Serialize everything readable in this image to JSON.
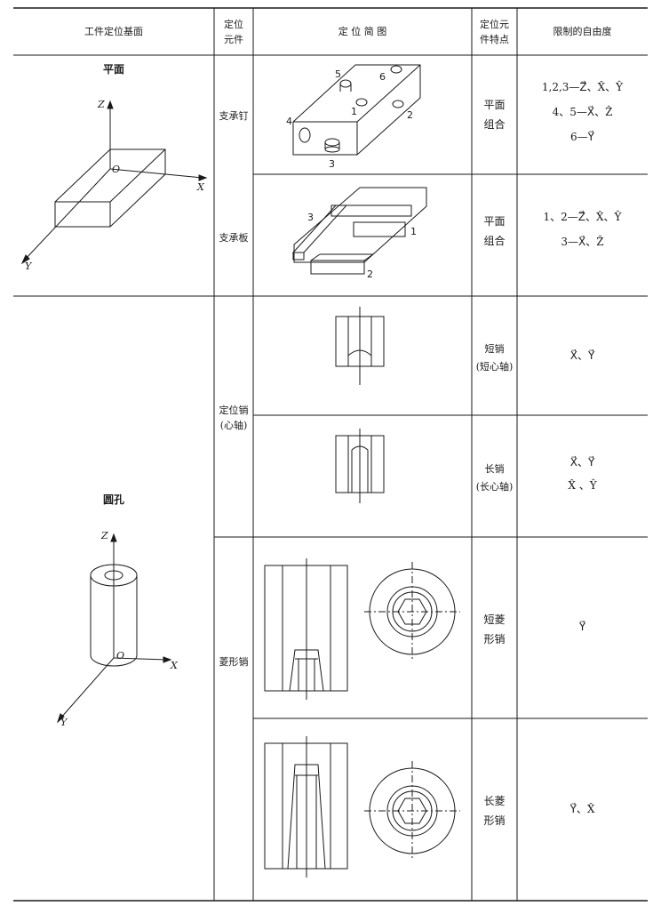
{
  "headers": {
    "datum": "工件定位基面",
    "element": "定位\n元件",
    "sketch": "定 位 简 图",
    "feature": "定位元\n件特点",
    "dof": "限制的自由度"
  },
  "rows": [
    {
      "datum": "平面",
      "element": "支承钉",
      "feature": "平面\n组合",
      "dof": [
        "1,2,3—Z⃗、X̂、Ŷ",
        "4、5—X⃗、Ẑ",
        "6—Y⃗"
      ],
      "pin_labels": [
        "1",
        "2",
        "3",
        "4",
        "5",
        "6"
      ]
    },
    {
      "element": "支承板",
      "feature": "平面\n组合",
      "dof": [
        "1、2—Z⃗、X̂、Ŷ",
        "3—X⃗、Ẑ"
      ],
      "plate_labels": [
        "1",
        "2",
        "3"
      ]
    },
    {
      "datum": "圆孔",
      "element": "定位销\n(心轴)",
      "feature": "短销\n(短心轴)",
      "dof": [
        "X⃗、Y⃗"
      ]
    },
    {
      "feature": "长销\n(长心轴)",
      "dof": [
        "X⃗、Y⃗",
        "X̂ 、Ŷ"
      ]
    },
    {
      "element": "菱形销",
      "feature": "短菱\n形销",
      "dof": [
        "Y⃗"
      ]
    },
    {
      "feature": "长菱\n形销",
      "dof": [
        "Y⃗、X̂"
      ]
    }
  ],
  "axes": {
    "x": "X",
    "y": "Y",
    "z": "Z",
    "o": "O"
  }
}
